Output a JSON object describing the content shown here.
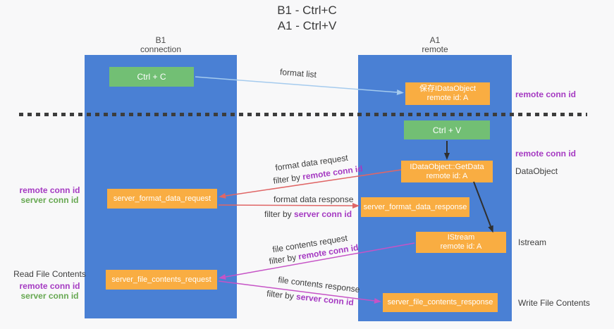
{
  "title": {
    "line1": "B1 - Ctrl+C",
    "line2": "A1 - Ctrl+V"
  },
  "columns": {
    "left": {
      "title": "B1",
      "subtitle": "connection"
    },
    "right": {
      "title": "A1",
      "subtitle": "remote"
    }
  },
  "nodes": {
    "ctrl_c": {
      "label": "Ctrl + C"
    },
    "save_idataobject": {
      "line1": "保存IDataObject",
      "line2": "remote id: A"
    },
    "ctrl_v": {
      "label": "Ctrl + V"
    },
    "idataobject_getdata": {
      "line1": "IDataObject::GetData",
      "line2": "remote id: A"
    },
    "server_format_data_request": {
      "label": "server_format_data_request"
    },
    "server_format_data_response": {
      "label": "server_format_data_response"
    },
    "istream": {
      "line1": "IStream",
      "line2": "remote id: A"
    },
    "server_file_contents_request": {
      "label": "server_file_contents_request"
    },
    "server_file_contents_response": {
      "label": "server_file_contents_response"
    }
  },
  "edges": {
    "format_list": {
      "label": "format list"
    },
    "format_data_request": {
      "label": "format data request",
      "filter_prefix": "filter by ",
      "filter_key": "remote conn id"
    },
    "format_data_response": {
      "label": "format data response",
      "filter_prefix": "filter by ",
      "filter_key": "server conn id"
    },
    "file_contents_request": {
      "label": "file contents request",
      "filter_prefix": "filter by ",
      "filter_key": "remote conn id"
    },
    "file_contents_response": {
      "label": "file contents response",
      "filter_prefix": "filter by ",
      "filter_key": "server conn id"
    }
  },
  "annotations": {
    "left_format": {
      "line1": "remote conn id",
      "line2": "server conn id"
    },
    "left_file": {
      "title": "Read File Contents",
      "line1": "remote conn id",
      "line2": "server conn id"
    },
    "right_top_conn_id": "remote conn id",
    "right_dataobject_conn_id": "remote conn id",
    "right_dataobject": "DataObject",
    "right_istream": "Istream",
    "right_write_file": "Write File Contents"
  },
  "colors": {
    "lane_blue": "#4a80d4",
    "green_box": "#72bf74",
    "orange_box": "#f9ad42",
    "arrow_blue": "#a5cbee",
    "arrow_red": "#e06666",
    "arrow_magenta": "#c653c6",
    "arrow_black": "#2f2f2f",
    "text_purple": "#a53ac2",
    "text_green": "#67a852",
    "background": "#f8f8f9"
  }
}
